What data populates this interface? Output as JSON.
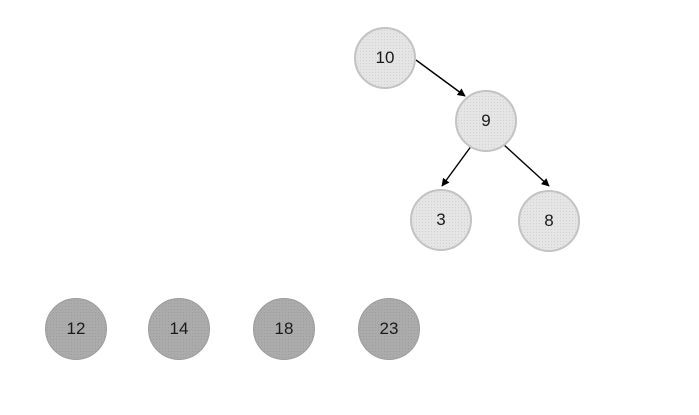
{
  "diagram": {
    "type": "binary-tree-with-value-pool",
    "tree": {
      "nodes": [
        {
          "id": "n10",
          "label": "10",
          "role": "root"
        },
        {
          "id": "n9",
          "label": "9",
          "role": "child-of-10"
        },
        {
          "id": "n3",
          "label": "3",
          "role": "left-child-of-9"
        },
        {
          "id": "n8",
          "label": "8",
          "role": "right-child-of-9"
        }
      ],
      "edges": [
        {
          "from": "10",
          "to": "9"
        },
        {
          "from": "9",
          "to": "3"
        },
        {
          "from": "9",
          "to": "8"
        }
      ]
    },
    "pool": {
      "nodes": [
        {
          "id": "p12",
          "label": "12"
        },
        {
          "id": "p14",
          "label": "14"
        },
        {
          "id": "p18",
          "label": "18"
        },
        {
          "id": "p23",
          "label": "23"
        }
      ]
    },
    "colors": {
      "background": "#ffffff",
      "tree_node_fill": "#e5e5e5",
      "tree_node_dot": "#d2d2d2",
      "tree_node_border": "#c3c3c3",
      "pool_node_fill": "#ababab",
      "pool_node_dot": "#9d9d9d",
      "pool_node_border": "#9c9c9c",
      "arrow": "#000000",
      "text": "#1a1a1a"
    }
  }
}
